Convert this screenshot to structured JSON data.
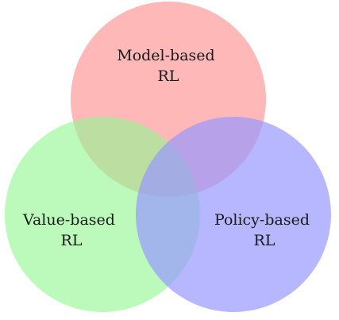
{
  "diagram": {
    "sets": [
      {
        "id": "model",
        "label_line1": "Model-based",
        "label_line2": "RL",
        "color": "#ff9a9a"
      },
      {
        "id": "value",
        "label_line1": "Value-based",
        "label_line2": "RL",
        "color": "#90f790"
      },
      {
        "id": "policy",
        "label_line1": "Policy-based",
        "label_line2": "RL",
        "color": "#9898ff"
      }
    ]
  }
}
